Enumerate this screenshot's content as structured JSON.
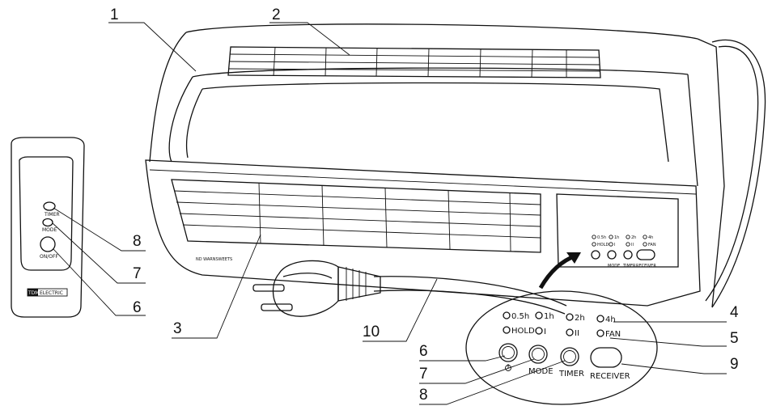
{
  "callouts": {
    "c1": "1",
    "c2": "2",
    "c3": "3",
    "c4": "4",
    "c5": "5",
    "c6_left": "6",
    "c7_left": "7",
    "c8_left": "8",
    "c6_right": "6",
    "c7_right": "7",
    "c8_right": "8",
    "c9": "9",
    "c10": "10"
  },
  "remote": {
    "timer": "TIMER",
    "mode": "MODE",
    "onoff": "ON/OFF",
    "brand": "TDM",
    "brand_sub": "ELECTRIC"
  },
  "heater": {
    "model_text": "ND WARNSWEETS"
  },
  "panel_small": {
    "t05": "0.5h",
    "t1": "1h",
    "t2": "2h",
    "t4": "4h",
    "hold": "HOLD",
    "m1": "I",
    "m2": "II",
    "fan": "FAN",
    "mode": "MODE",
    "timer": "TIMER",
    "receiver": "RECEIVER"
  },
  "panel_large": {
    "t05": "0.5h",
    "t1": "1h",
    "t2": "2h",
    "t4": "4h",
    "hold": "HOLD",
    "m1": "I",
    "m2": "II",
    "fan": "FAN",
    "mode": "MODE",
    "timer": "TIMER",
    "receiver": "RECEIVER"
  }
}
